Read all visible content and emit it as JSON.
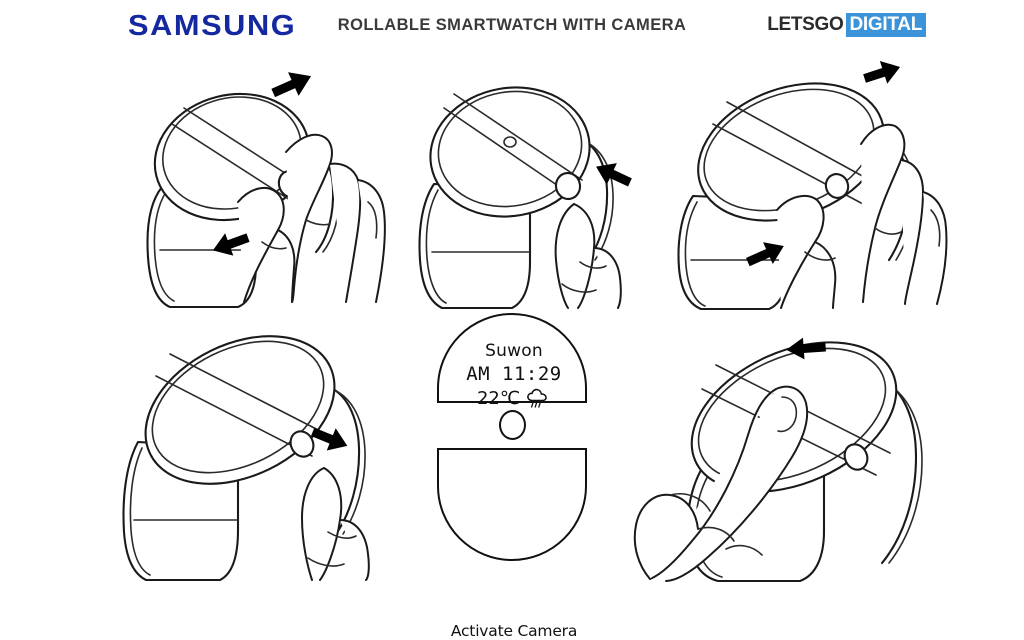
{
  "header": {
    "brand_logo": "SAMSUNG",
    "title": "ROLLABLE SMARTWATCH WITH CAMERA",
    "publisher_part1": "LETSGO",
    "publisher_part2": "DIGITAL",
    "brand_color": "#1428a0",
    "publisher_accent_color": "#3b93d9",
    "publisher_text_color": "#2b2b2b"
  },
  "watch_face": {
    "city": "Suwon",
    "time": "AM 11:29",
    "temperature": "22℃",
    "weather_icon": "rain-cloud-icon",
    "camera_label": "Activate Camera",
    "lens_icon": "camera-lens-icon"
  },
  "panels": [
    {
      "id": "panel-1",
      "name": "two-finger-grip-rolled-closed",
      "arrows": [
        "arrow-up-right",
        "arrow-left"
      ],
      "state": "rolled-closed"
    },
    {
      "id": "panel-2",
      "name": "press-side-button",
      "arrows": [
        "arrow-left"
      ],
      "state": "round-display"
    },
    {
      "id": "panel-3",
      "name": "two-finger-pull-unroll",
      "arrows": [
        "arrow-up-right",
        "arrow-right"
      ],
      "state": "partially-unrolled"
    },
    {
      "id": "panel-4",
      "name": "press-side-button-expanded",
      "arrows": [
        "arrow-right"
      ],
      "state": "fully-unrolled"
    },
    {
      "id": "panel-5",
      "name": "swipe-on-expanded-display",
      "arrows": [
        "arrow-left"
      ],
      "state": "fully-unrolled"
    }
  ],
  "canvas": {
    "background_color": "#ffffff",
    "line_color": "#1a1a1a"
  }
}
